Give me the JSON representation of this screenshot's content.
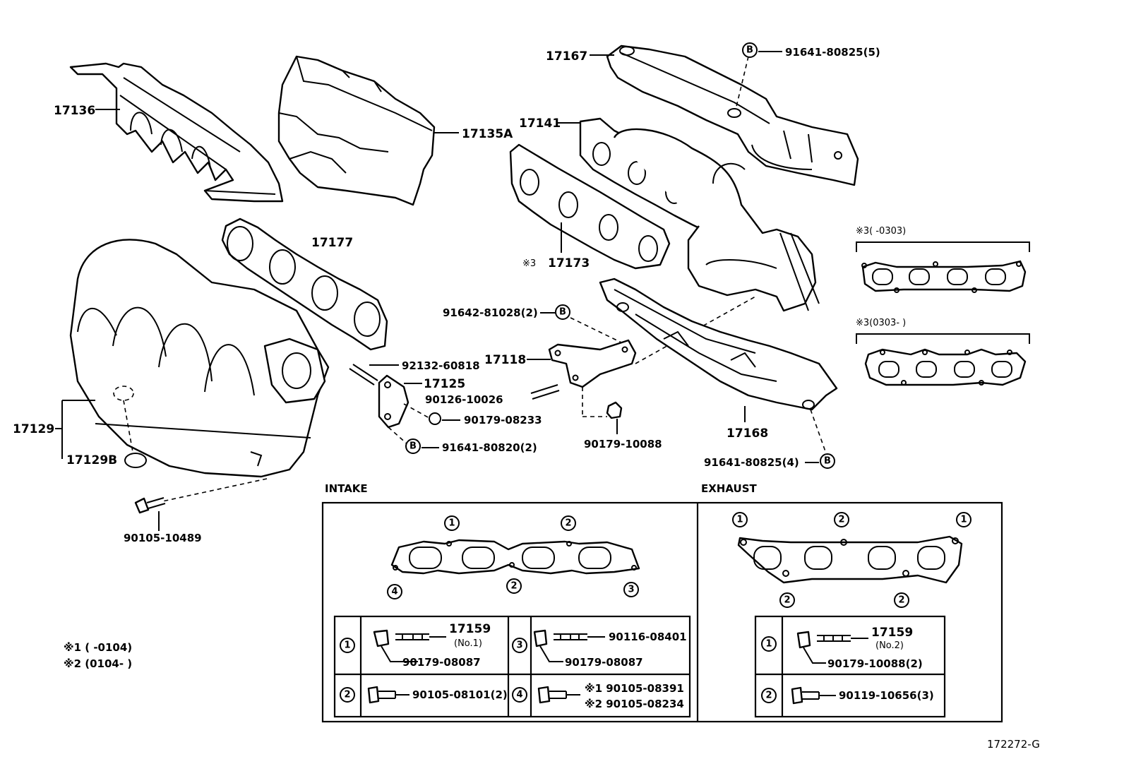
{
  "labels": {
    "p17136": "17136",
    "p17135A": "17135A",
    "p17167": "17167",
    "p91641_80825_5": "91641-80825(5)",
    "p17141": "17141",
    "p17177": "17177",
    "p17173": "17173",
    "ref3_173": "※3",
    "p91642_81028_2": "91642-81028(2)",
    "p92132_60818": "92132-60818",
    "p17118": "17118",
    "p17125": "17125",
    "p90126_10026": "90126-10026",
    "p90179_08233": "90179-08233",
    "p91641_80820_2": "91641-80820(2)",
    "p90179_10088": "90179-10088",
    "p17168": "17168",
    "p91641_80825_4": "91641-80825(4)",
    "p17129": "17129",
    "p17129B": "17129B",
    "p90105_10489": "90105-10489",
    "badge_b": "B",
    "gasket_a": "※3(        -0303)",
    "gasket_b": "※3(0303-        )"
  },
  "notes": {
    "note1": "※1  (        -0104)",
    "note2": "※2  (0104-        )"
  },
  "intake": {
    "title": "INTAKE",
    "markers": [
      "1",
      "2",
      "4",
      "2",
      "3"
    ],
    "rows": [
      {
        "num": "1",
        "part": "17159",
        "sub": "(No.1)",
        "bolt": "90179-08087"
      },
      {
        "num": "3",
        "part": "90116-08401",
        "bolt": "90179-08087"
      },
      {
        "num": "2",
        "part": "90105-08101(2)"
      },
      {
        "num": "4",
        "v1": "※1 90105-08391",
        "v2": "※2 90105-08234"
      }
    ]
  },
  "exhaust": {
    "title": "EXHAUST",
    "markers": [
      "1",
      "2",
      "1",
      "2",
      "2"
    ],
    "rows": [
      {
        "num": "1",
        "part": "17159",
        "sub": "(No.2)",
        "bolt": "90179-10088(2)"
      },
      {
        "num": "2",
        "part": "90119-10656(3)"
      }
    ]
  },
  "figure_id": "172272-G"
}
